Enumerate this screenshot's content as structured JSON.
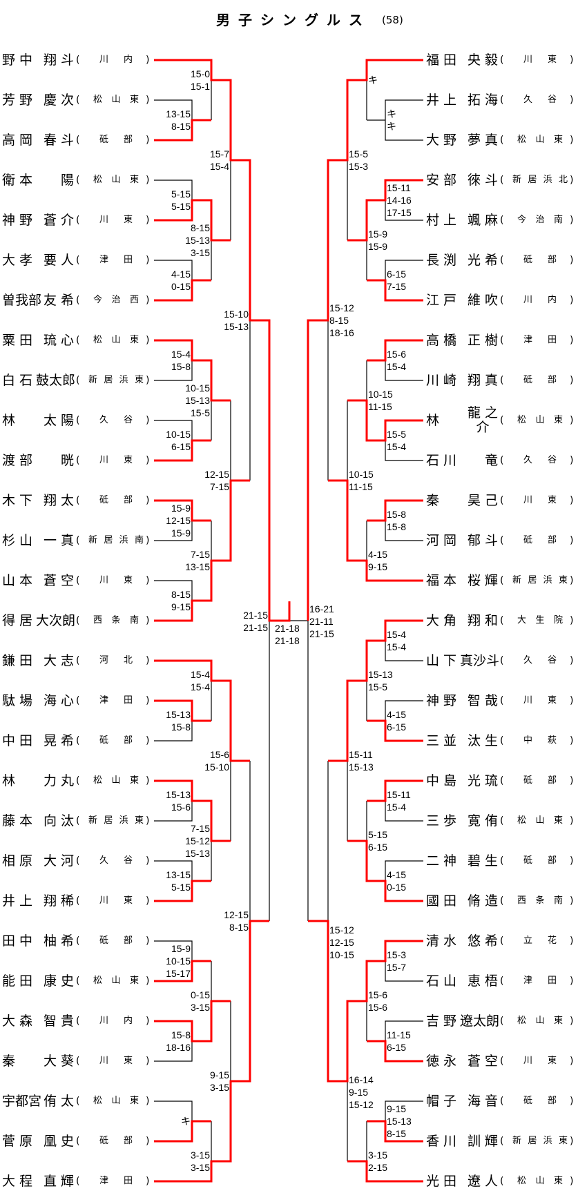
{
  "title": "男子シングルス",
  "count": "(58)",
  "paren_open": "(",
  "paren_close": ")",
  "colors": {
    "winner_line": "#ff0000",
    "line": "#000000"
  },
  "left": {
    "players": [
      {
        "surname": "野中",
        "given": "翔斗",
        "school": "川内"
      },
      {
        "surname": "芳野",
        "given": "慶次",
        "school": "松山東"
      },
      {
        "surname": "高岡",
        "given": "春斗",
        "school": "砥部"
      },
      {
        "surname": "衛本",
        "given": "陽",
        "school": "松山東"
      },
      {
        "surname": "神野",
        "given": "蒼介",
        "school": "川東"
      },
      {
        "surname": "大孝",
        "given": "要人",
        "school": "津田"
      },
      {
        "surname": "曽我部",
        "given": "友希",
        "school": "今治西"
      },
      {
        "surname": "粟田",
        "given": "琉心",
        "school": "松山東"
      },
      {
        "surname": "白石",
        "given": "鼓太郎",
        "school": "新居浜東"
      },
      {
        "surname": "林",
        "given": "太陽",
        "school": "久谷"
      },
      {
        "surname": "渡部",
        "given": "晄",
        "school": "川東"
      },
      {
        "surname": "木下",
        "given": "翔太",
        "school": "砥部"
      },
      {
        "surname": "杉山",
        "given": "一真",
        "school": "新居浜南"
      },
      {
        "surname": "山本",
        "given": "蒼空",
        "school": "川東"
      },
      {
        "surname": "得居",
        "given": "大次朗",
        "school": "西条南"
      },
      {
        "surname": "鎌田",
        "given": "大志",
        "school": "河北"
      },
      {
        "surname": "駄場",
        "given": "海心",
        "school": "津田"
      },
      {
        "surname": "中田",
        "given": "晃希",
        "school": "砥部"
      },
      {
        "surname": "林",
        "given": "力丸",
        "school": "松山東"
      },
      {
        "surname": "藤本",
        "given": "向汰",
        "school": "新居浜東"
      },
      {
        "surname": "相原",
        "given": "大河",
        "school": "久谷"
      },
      {
        "surname": "井上",
        "given": "翔稀",
        "school": "川東"
      },
      {
        "surname": "田中",
        "given": "柚希",
        "school": "砥部"
      },
      {
        "surname": "能田",
        "given": "康史",
        "school": "松山東"
      },
      {
        "surname": "大森",
        "given": "智貴",
        "school": "川内"
      },
      {
        "surname": "秦",
        "given": "大葵",
        "school": "川東"
      },
      {
        "surname": "宇都宮",
        "given": "侑太",
        "school": "松山東"
      },
      {
        "surname": "菅原",
        "given": "凰史",
        "school": "砥部"
      },
      {
        "surname": "大程",
        "given": "直輝",
        "school": "津田"
      }
    ],
    "scores": [
      "15-0\n15-1",
      "13-15\n8-15",
      "15-7\n15-4",
      "5-15\n5-15",
      "8-15\n15-13\n3-15",
      "4-15\n0-15",
      "15-10\n15-13",
      "15-4\n15-8",
      "10-15\n15-13\n15-5",
      "10-15\n6-15",
      "12-15\n7-15",
      "15-9\n12-15\n15-9",
      "7-15\n13-15",
      "8-15\n9-15",
      "15-4\n15-4",
      "15-13\n15-8",
      "15-6\n15-10",
      "15-13\n15-6",
      "7-15\n15-12\n15-13",
      "13-15\n5-15",
      "12-15\n8-15",
      "15-9\n10-15\n15-17",
      "0-15\n3-15",
      "15-8\n18-16",
      "9-15\n3-15",
      "キ",
      "3-15\n3-15"
    ]
  },
  "right": {
    "players": [
      {
        "surname": "福田",
        "given": "央毅",
        "school": "川東"
      },
      {
        "surname": "井上",
        "given": "拓海",
        "school": "久谷"
      },
      {
        "surname": "大野",
        "given": "夢真",
        "school": "松山東"
      },
      {
        "surname": "安部",
        "given": "徠斗",
        "school": "新居浜北"
      },
      {
        "surname": "村上",
        "given": "颯麻",
        "school": "今治南"
      },
      {
        "surname": "長渕",
        "given": "光希",
        "school": "砥部"
      },
      {
        "surname": "江戸",
        "given": "維吹",
        "school": "川内"
      },
      {
        "surname": "高橋",
        "given": "正樹",
        "school": "津田"
      },
      {
        "surname": "川崎",
        "given": "翔真",
        "school": "砥部"
      },
      {
        "surname": "林",
        "given": "龍之介",
        "school": "松山東"
      },
      {
        "surname": "石川",
        "given": "竜",
        "school": "久谷"
      },
      {
        "surname": "秦",
        "given": "昊己",
        "school": "川東"
      },
      {
        "surname": "河岡",
        "given": "郁斗",
        "school": "砥部"
      },
      {
        "surname": "福本",
        "given": "桜輝",
        "school": "新居浜東"
      },
      {
        "surname": "大角",
        "given": "翔和",
        "school": "大生院"
      },
      {
        "surname": "山下",
        "given": "真沙斗",
        "school": "久谷"
      },
      {
        "surname": "神野",
        "given": "智哉",
        "school": "川東"
      },
      {
        "surname": "三並",
        "given": "汰生",
        "school": "中萩"
      },
      {
        "surname": "中島",
        "given": "光琉",
        "school": "砥部"
      },
      {
        "surname": "三歩",
        "given": "寛侑",
        "school": "松山東"
      },
      {
        "surname": "二神",
        "given": "碧生",
        "school": "砥部"
      },
      {
        "surname": "國田",
        "given": "脩造",
        "school": "西条南"
      },
      {
        "surname": "清水",
        "given": "悠希",
        "school": "立花"
      },
      {
        "surname": "石山",
        "given": "恵梧",
        "school": "津田"
      },
      {
        "surname": "吉野",
        "given": "遼太朗",
        "school": "松山東"
      },
      {
        "surname": "徳永",
        "given": "蒼空",
        "school": "川東"
      },
      {
        "surname": "帽子",
        "given": "海音",
        "school": "砥部"
      },
      {
        "surname": "香川",
        "given": "訓輝",
        "school": "新居浜東"
      },
      {
        "surname": "光田",
        "given": "遼人",
        "school": "松山東"
      }
    ],
    "scores": [
      "キ",
      "キ\nキ",
      "15-5\n15-3",
      "15-11\n14-16\n17-15",
      "15-9\n15-9",
      "6-15\n7-15",
      "15-12\n8-15\n18-16",
      "15-6\n15-4",
      "10-15\n11-15",
      "15-5\n15-4",
      "10-15\n11-15",
      "15-8\n15-8",
      "4-15\n9-15",
      "15-4\n15-4",
      "15-13\n15-5",
      "4-15\n6-15",
      "15-11\n15-13",
      "15-11\n15-4",
      "5-15\n6-15",
      "4-15\n0-15",
      "15-12\n12-15\n10-15",
      "15-3\n15-7",
      "15-6\n15-6",
      "11-15\n6-15",
      "16-14\n9-15\n15-12",
      "9-15\n15-13\n8-15",
      "3-15\n2-15"
    ]
  },
  "final": {
    "left_semi_score": "21-15\n21-15",
    "final_score": "21-18\n21-18",
    "right_semi_score": "16-21\n21-11\n21-15"
  }
}
